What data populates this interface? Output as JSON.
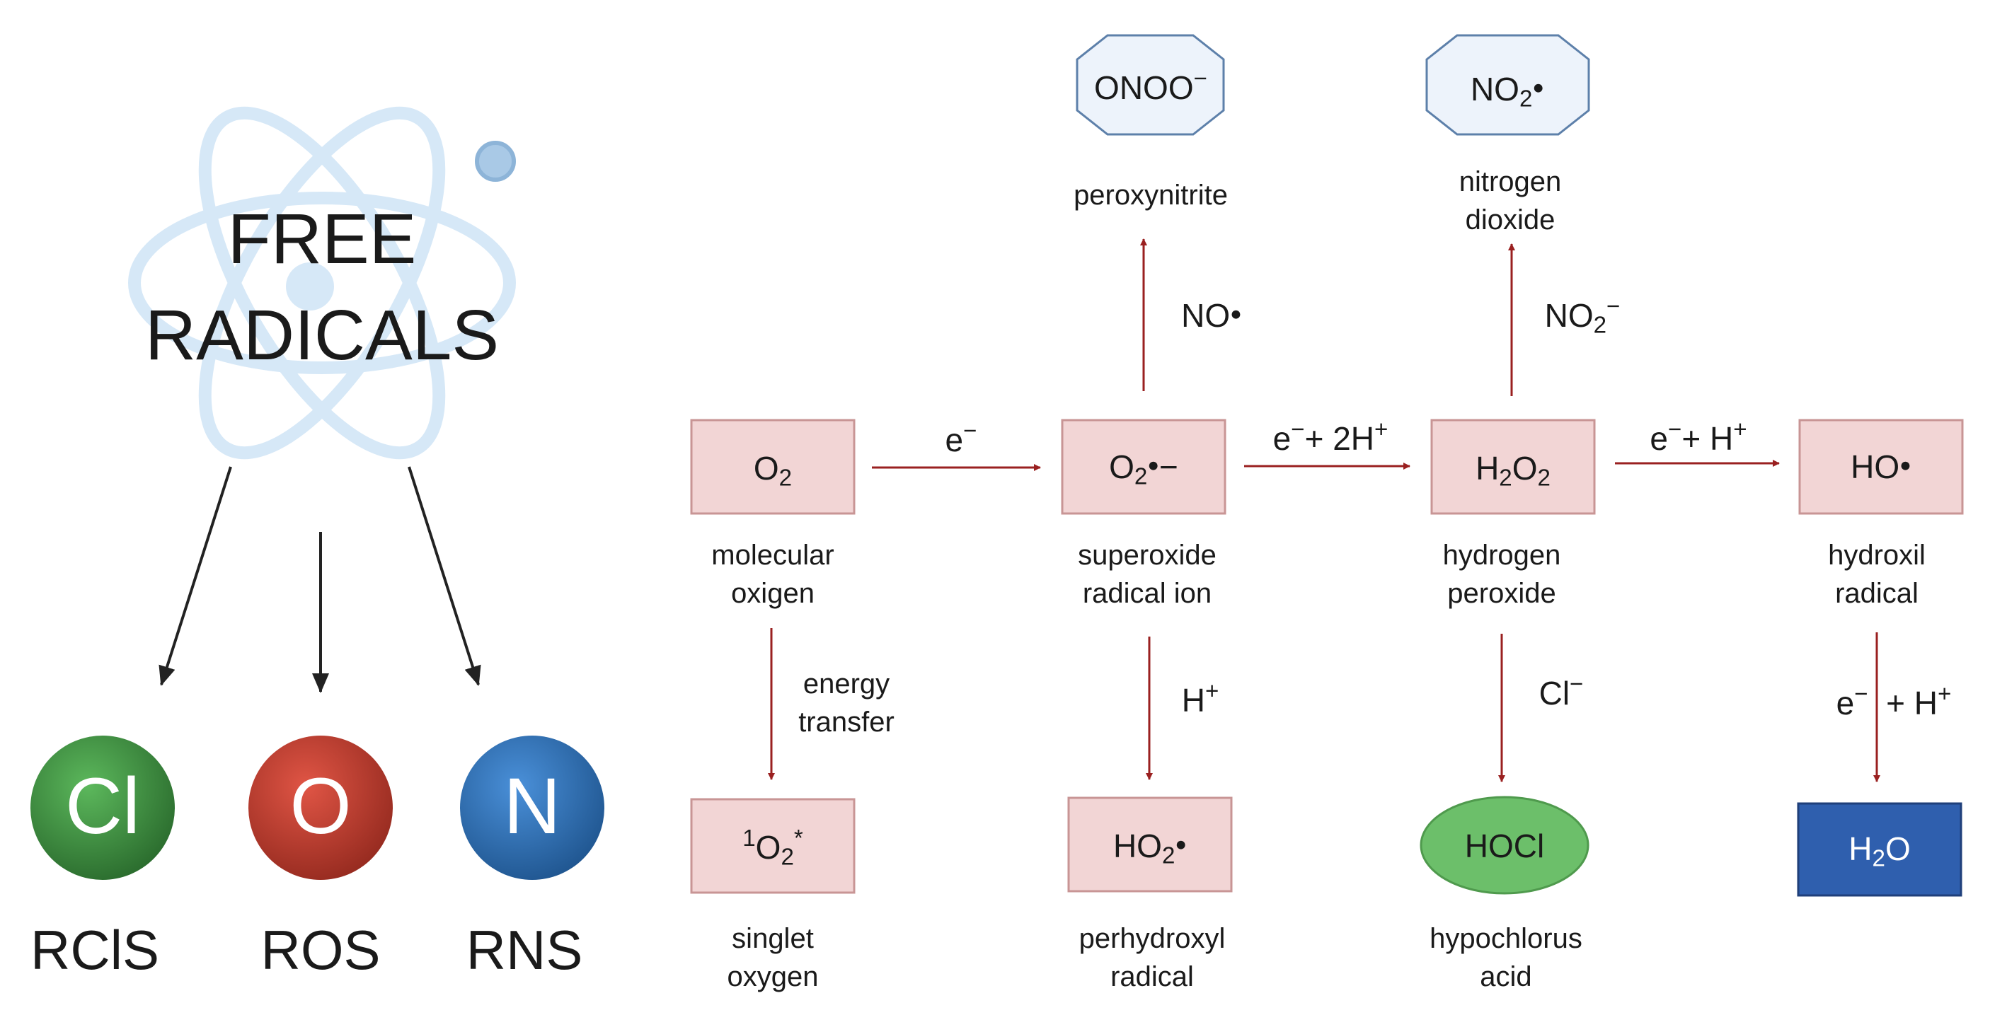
{
  "title": [
    "FREE",
    "RADICALS"
  ],
  "groups": [
    {
      "name": "RClS",
      "atom": "Cl",
      "color": "#3c8d3f"
    },
    {
      "name": "ROS",
      "atom": "O",
      "color": "#c0392b"
    },
    {
      "name": "RNS",
      "atom": "N",
      "color": "#2d72b8"
    }
  ],
  "species": {
    "o2": {
      "formula": "O2",
      "label": [
        "molecular",
        "oxigen"
      ]
    },
    "o2rad": {
      "formula": "O2•−",
      "label": [
        "superoxide",
        "radical ion"
      ]
    },
    "h2o2": {
      "formula": "H2O2",
      "label": [
        "hydrogen",
        "peroxide"
      ]
    },
    "ho": {
      "formula": "HO•",
      "label": [
        "hydroxil",
        "radical"
      ]
    },
    "singlet": {
      "formula": "1O2*",
      "label": [
        "singlet",
        "oxygen"
      ]
    },
    "ho2": {
      "formula": "HO2•",
      "label": [
        "perhydroxyl",
        "radical"
      ]
    },
    "hocl": {
      "formula": "HOCl",
      "label": [
        "hypochlorus",
        "acid"
      ]
    },
    "h2o": {
      "formula": "H2O"
    },
    "onoo": {
      "formula": "ONOO−",
      "label": [
        "peroxynitrite"
      ]
    },
    "no2": {
      "formula": "NO2•",
      "label": [
        "nitrogen",
        "dioxide"
      ]
    }
  },
  "reagents": {
    "e_minus": "e−",
    "e_2h": "e− + 2H+",
    "e_h": "e− + H+",
    "energy_transfer": [
      "energy",
      "transfer"
    ],
    "h_plus": "H+",
    "cl_minus": "Cl−",
    "e_h_down": "e− + H+",
    "no_rad": "NO•",
    "no2_minus": "NO2−"
  },
  "colors": {
    "box_fill": "#f2d5d5",
    "box_stroke": "#c89595",
    "hocl_fill": "#6cbf6a",
    "h2o_fill": "#2f5fae",
    "hex_fill": "#edf3fb",
    "hex_stroke": "#5d80aa",
    "arrow_red": "#9a2020",
    "arrow_dark": "#222222",
    "atom_ring": "#d6e8f7"
  }
}
